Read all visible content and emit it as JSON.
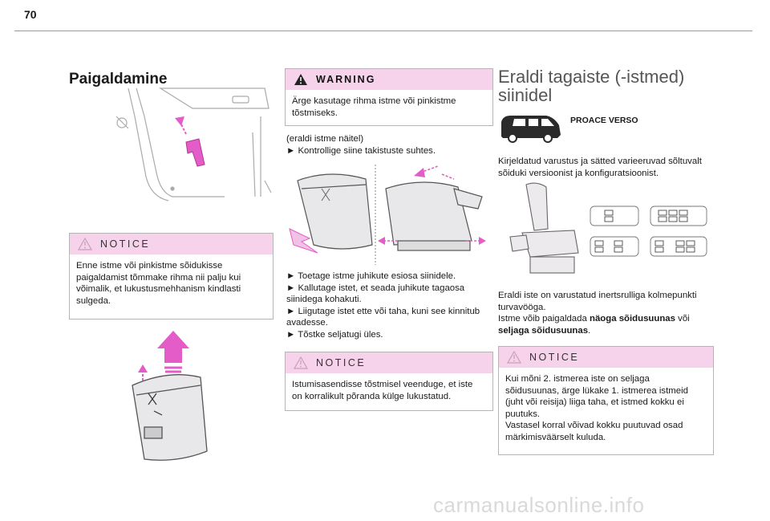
{
  "page_number": "70",
  "col1": {
    "heading": "Paigaldamine",
    "notice": {
      "title": "NOTICE",
      "text": "Enne istme või pinkistme sõidukisse paigaldamist tõmmake rihma nii palju kui võimalik, et lukustusmehhanism kindlasti sulgeda."
    }
  },
  "col2": {
    "warning": {
      "title": "WARNING",
      "text": "Ärge kasutage rihma istme või pinkistme tõstmiseks."
    },
    "intro_lines": [
      "(eraldi istme näitel)",
      "► Kontrollige siine takistuste suhtes."
    ],
    "steps": [
      "► Toetage istme juhikute esiosa siinidele.",
      "► Kallutage istet, et seada juhikute tagaosa siinidega kohakuti.",
      "► Liigutage istet ette või taha, kuni see kinnitub avadesse.",
      "► Tõstke seljatugi üles."
    ],
    "notice": {
      "title": "NOTICE",
      "text": "Istumisasendisse tõstmisel veenduge, et iste on korralikult põranda külge lukustatud."
    }
  },
  "col3": {
    "heading": "Eraldi tagaiste (-istmed) siinidel",
    "model_label": "PROACE VERSO",
    "paragraph1": "Kirjeldatud varustus ja sätted varieeruvad sõltuvalt sõiduki versioonist ja konfiguratsioonist.",
    "paragraph2_line1": "Eraldi iste on varustatud inertsrulliga kolmepunkti turvavööga.",
    "paragraph2_line2_prefix": "Istme võib paigaldada ",
    "paragraph2_bold1": "näoga sõidusuunas",
    "paragraph2_mid": " või ",
    "paragraph2_bold2": "seljaga sõidusuunas",
    "paragraph2_end": ".",
    "notice": {
      "title": "NOTICE",
      "text1": "Kui mõni 2. istmerea iste on seljaga sõidusuunas, ärge lükake 1. istmerea istmeid (juht või reisija) liiga taha, et istmed kokku ei puutuks.",
      "text2": "Vastasel korral võivad kokku puutuvad osad märkimisväärselt kuluda."
    }
  },
  "watermark": "carmanualsonline.info",
  "colors": {
    "accent_pink": "#f6d3ea",
    "arrow_pink": "#e45cc8",
    "text": "#1a1a1a"
  }
}
